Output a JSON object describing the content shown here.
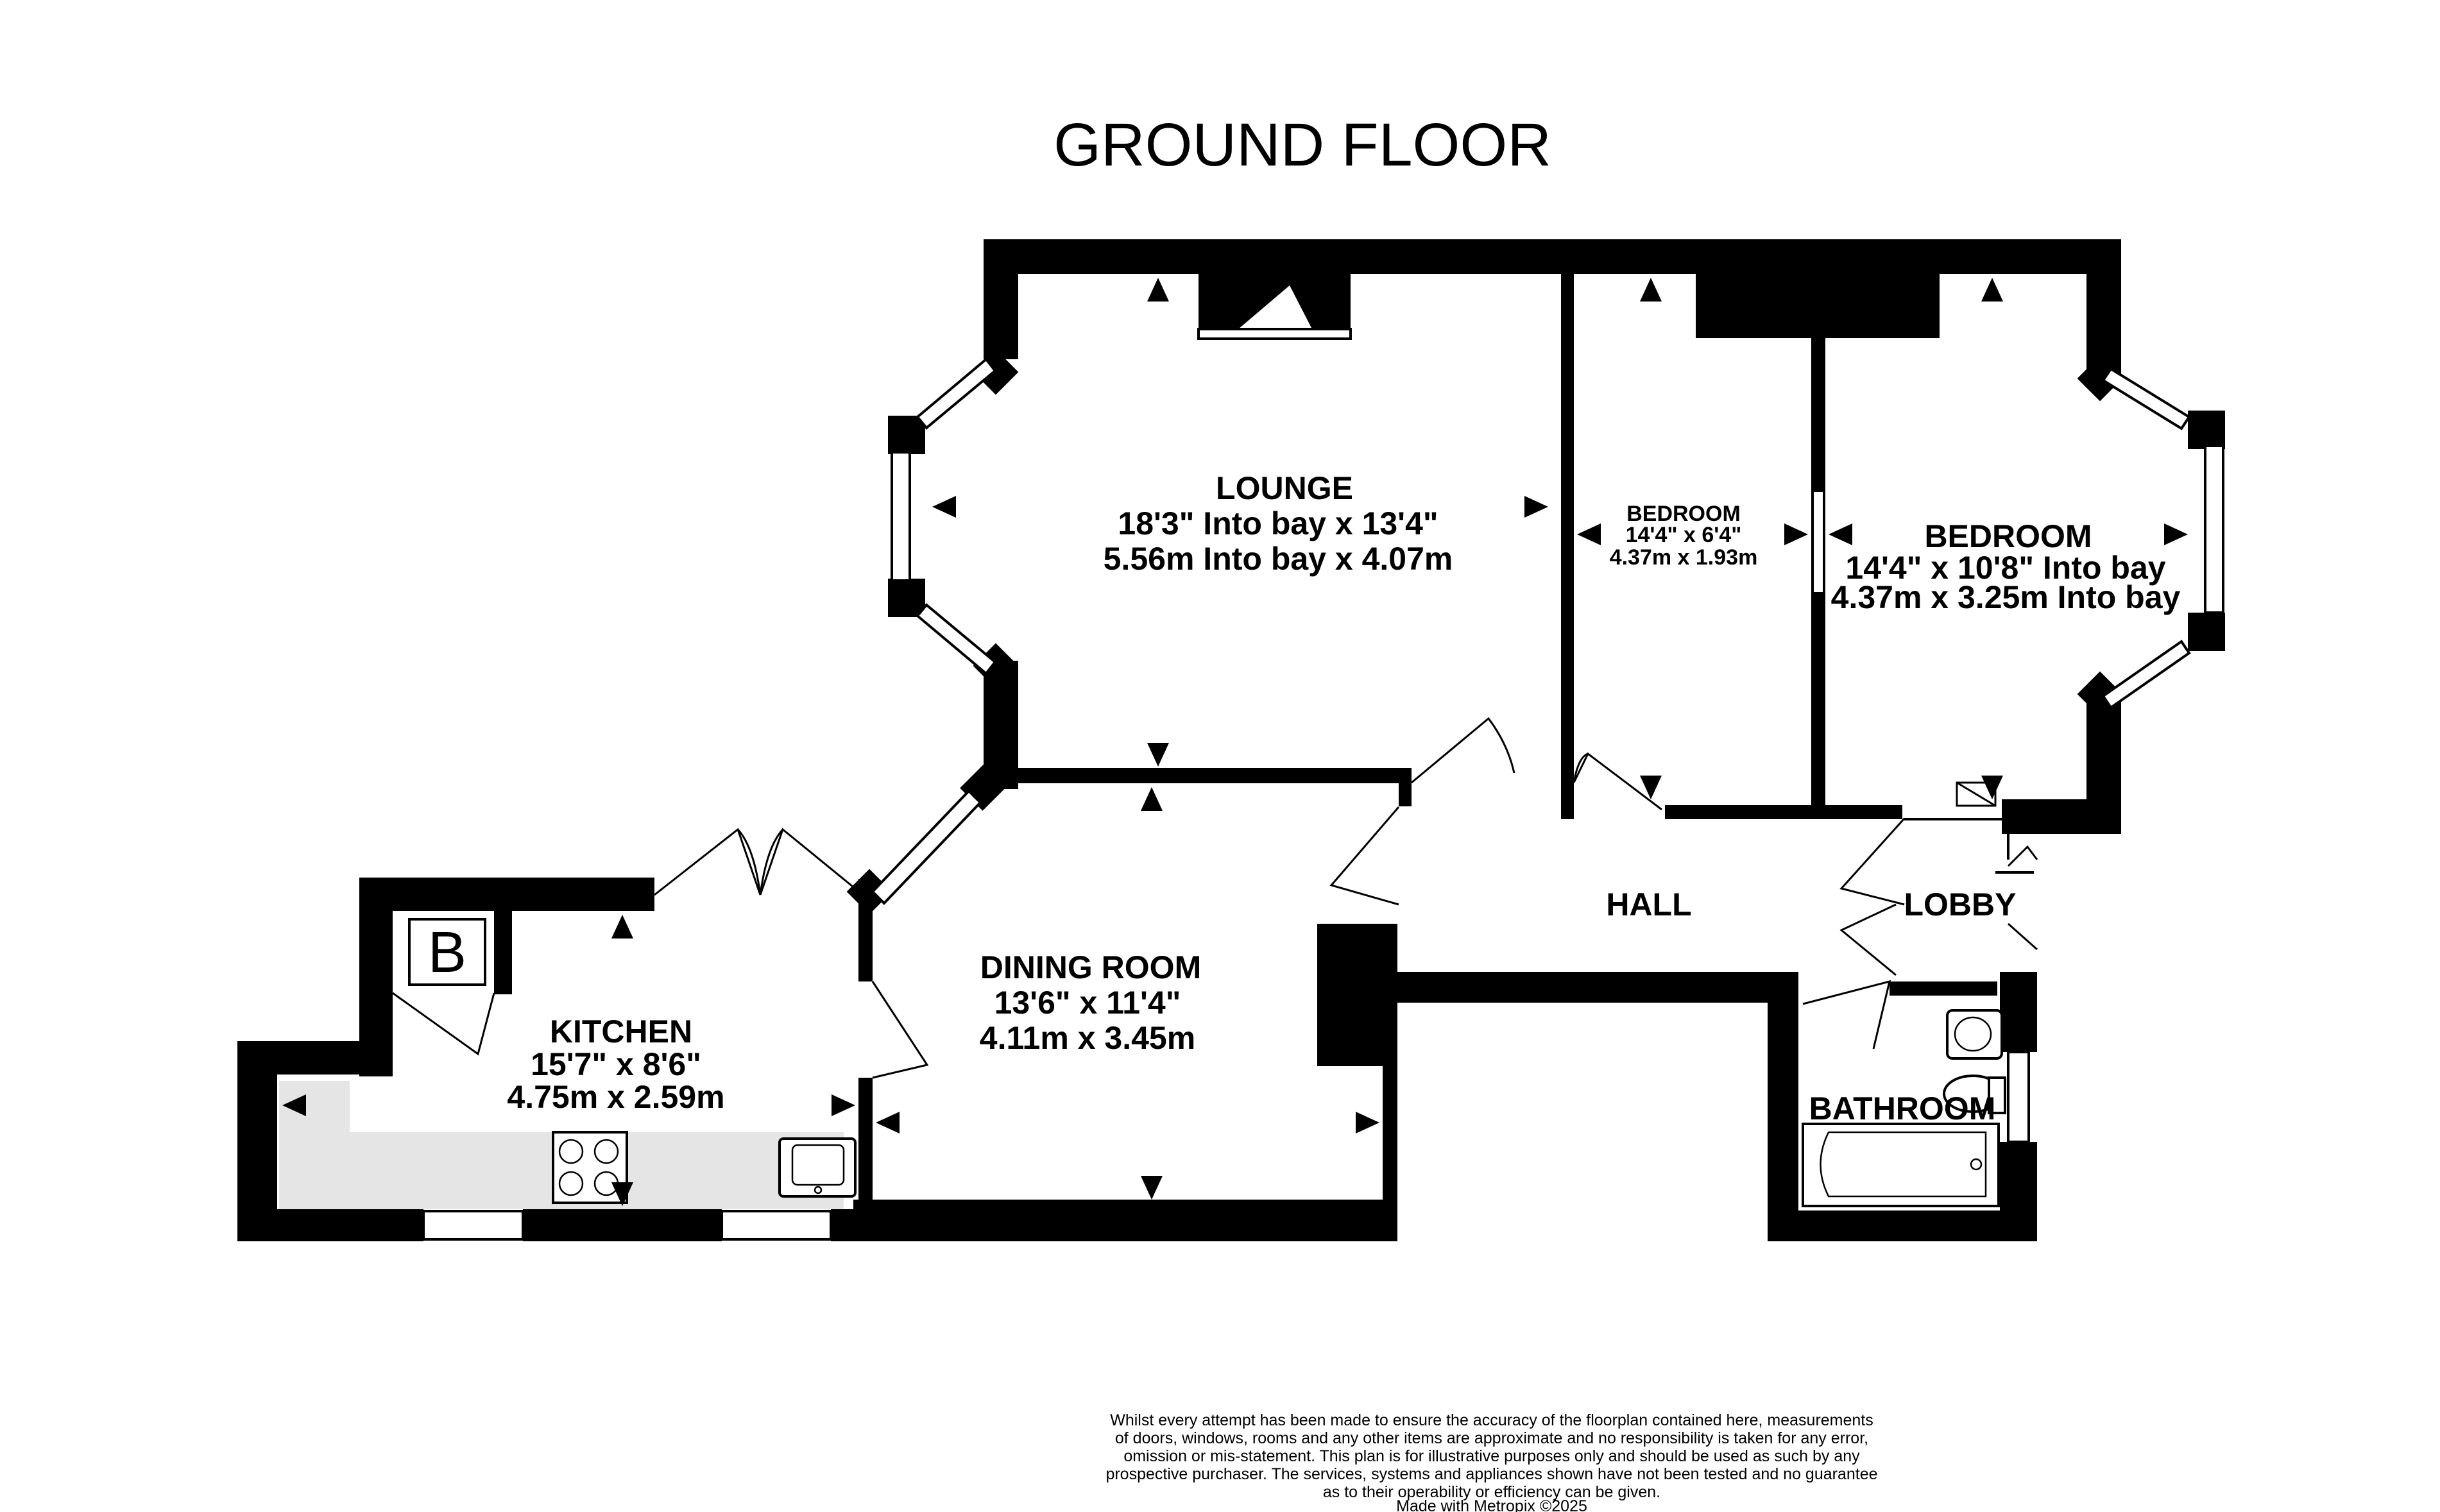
{
  "floor_title": "GROUND FLOOR",
  "rooms": {
    "lounge": {
      "name": "LOUNGE",
      "dim_imperial": "18'3\" Into bay x 13'4\"",
      "dim_metric": "5.56m Into bay x 4.07m"
    },
    "bedroom_small": {
      "name": "BEDROOM",
      "dim_imperial": "14'4\"  x 6'4\"",
      "dim_metric": "4.37m  x 1.93m"
    },
    "bedroom_large": {
      "name": "BEDROOM",
      "dim_imperial": "14'4\"  x 10'8\" Into bay",
      "dim_metric": "4.37m  x 3.25m Into bay"
    },
    "hall": {
      "name": "HALL"
    },
    "lobby": {
      "name": "LOBBY"
    },
    "dining_room": {
      "name": "DINING ROOM",
      "dim_imperial": "13'6\"  x 11'4\"",
      "dim_metric": "4.11m  x 3.45m"
    },
    "kitchen": {
      "name": "KITCHEN",
      "dim_imperial": "15'7\"  x 8'6\"",
      "dim_metric": "4.75m  x 2.59m"
    },
    "bathroom": {
      "name": "BATHROOM"
    }
  },
  "boiler_label": "B",
  "disclaimer": [
    "Whilst every attempt has been made to ensure the accuracy of the floorplan contained here, measurements",
    "of doors, windows, rooms and any other items are approximate and no responsibility is taken for any error,",
    "omission or mis-statement. This plan is for illustrative purposes only and should be used as such by any",
    "prospective purchaser. The services, systems and appliances shown have not been tested and no guarantee",
    "as to their operability or efficiency can be given.",
    "Made with Metropix ©2025"
  ],
  "colors": {
    "wall": "#000000",
    "worktop": "#e5e5e5",
    "background": "#ffffff"
  },
  "icons": [
    "measurement-arrow-icon",
    "hob-icon",
    "sink-icon",
    "basin-icon",
    "toilet-icon",
    "bath-icon",
    "boiler-icon",
    "door-swing-icon",
    "window-icon"
  ]
}
